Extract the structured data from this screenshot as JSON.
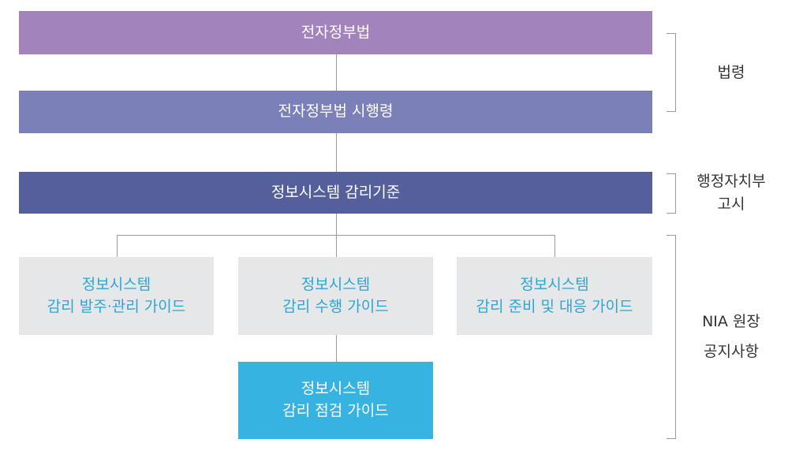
{
  "colors": {
    "law": "#a283bc",
    "decree": "#7b80b8",
    "standard": "#545f9b",
    "guide_bg": "#e6e7e8",
    "guide_text": "#2aa6d6",
    "highlight": "#36b3e0"
  },
  "nodes": {
    "e_gov_act": "전자정부법",
    "e_gov_decree": "전자정부법 시행령",
    "audit_standard": "정보시스템 감리기준",
    "guide_order": [
      "정보시스템",
      "감리 발주·관리 가이드"
    ],
    "guide_perform": [
      "정보시스템",
      "감리 수행 가이드"
    ],
    "guide_prepare": [
      "정보시스템",
      "감리 준비 및 대응 가이드"
    ],
    "guide_inspect": [
      "정보시스템",
      "감리 점검 가이드"
    ]
  },
  "categories": {
    "law": "법령",
    "ministry_notice": [
      "행정자치부",
      "고시"
    ],
    "nia_notice": [
      "NIA 원장",
      "공지사항"
    ]
  }
}
